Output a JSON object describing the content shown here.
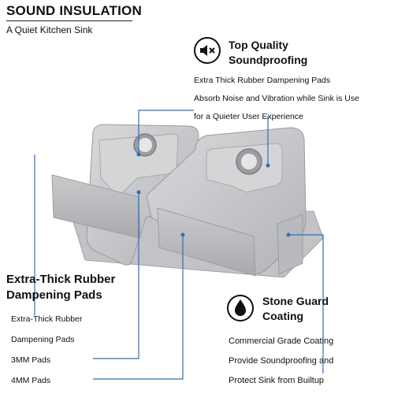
{
  "header": {
    "title": "SOUND INSULATION",
    "subtitle": "A Quiet Kitchen Sink"
  },
  "top_quality": {
    "icon": "speaker-mute-icon",
    "heading_line1": "Top Quality",
    "heading_line2": "Soundproofing",
    "body": [
      "Extra Thick Rubber Dampening Pads",
      "Absorb Noise and Vibration while Sink is Use",
      "for a Quieter User Experience"
    ]
  },
  "extra_thick": {
    "heading_line1": "Extra-Thick Rubber",
    "heading_line2": "Dampening Pads",
    "body": [
      "Extra-Thick Rubber",
      "Dampening Pads",
      "3MM Pads",
      "4MM Pads"
    ]
  },
  "stone_guard": {
    "icon": "droplet-icon",
    "heading_line1": "Stone Guard",
    "heading_line2": "Coating",
    "body": [
      "Commercial Grade Coating",
      "Provide Soundproofing and",
      "Protect Sink from Builtup"
    ]
  },
  "colors": {
    "callout_line": "#2f6fb8",
    "steel_light": "#cfd0d2",
    "steel_mid": "#b7b8bb",
    "steel_dark": "#9d9ea2",
    "pad": "#bfc0c3"
  }
}
